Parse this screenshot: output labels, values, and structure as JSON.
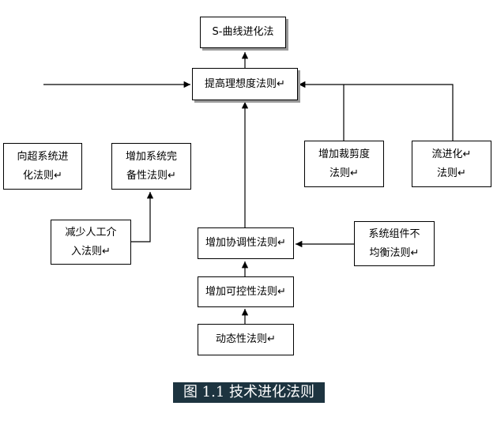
{
  "nodes": {
    "s_curve": "S-曲线进化法",
    "ideality": "提高理想度法则↵",
    "subsystem_uneven": "向超系统进\n化法则↵",
    "completeness": "增加系统完\n备性法则↵",
    "dynamics_tailoring": "增加裁剪度\n法则↵",
    "flow": "流进化↵\n法则↵",
    "reduce_human": "减少人工介\n入法则↵",
    "coordination": "增加协调性法则↵",
    "subsystem_unbalanced": "系统组件不\n均衡法则↵",
    "controllability": "增加可控性法则↵",
    "dynamism": "动态性法则↵"
  },
  "caption": "图 1.1  技术进化法则"
}
